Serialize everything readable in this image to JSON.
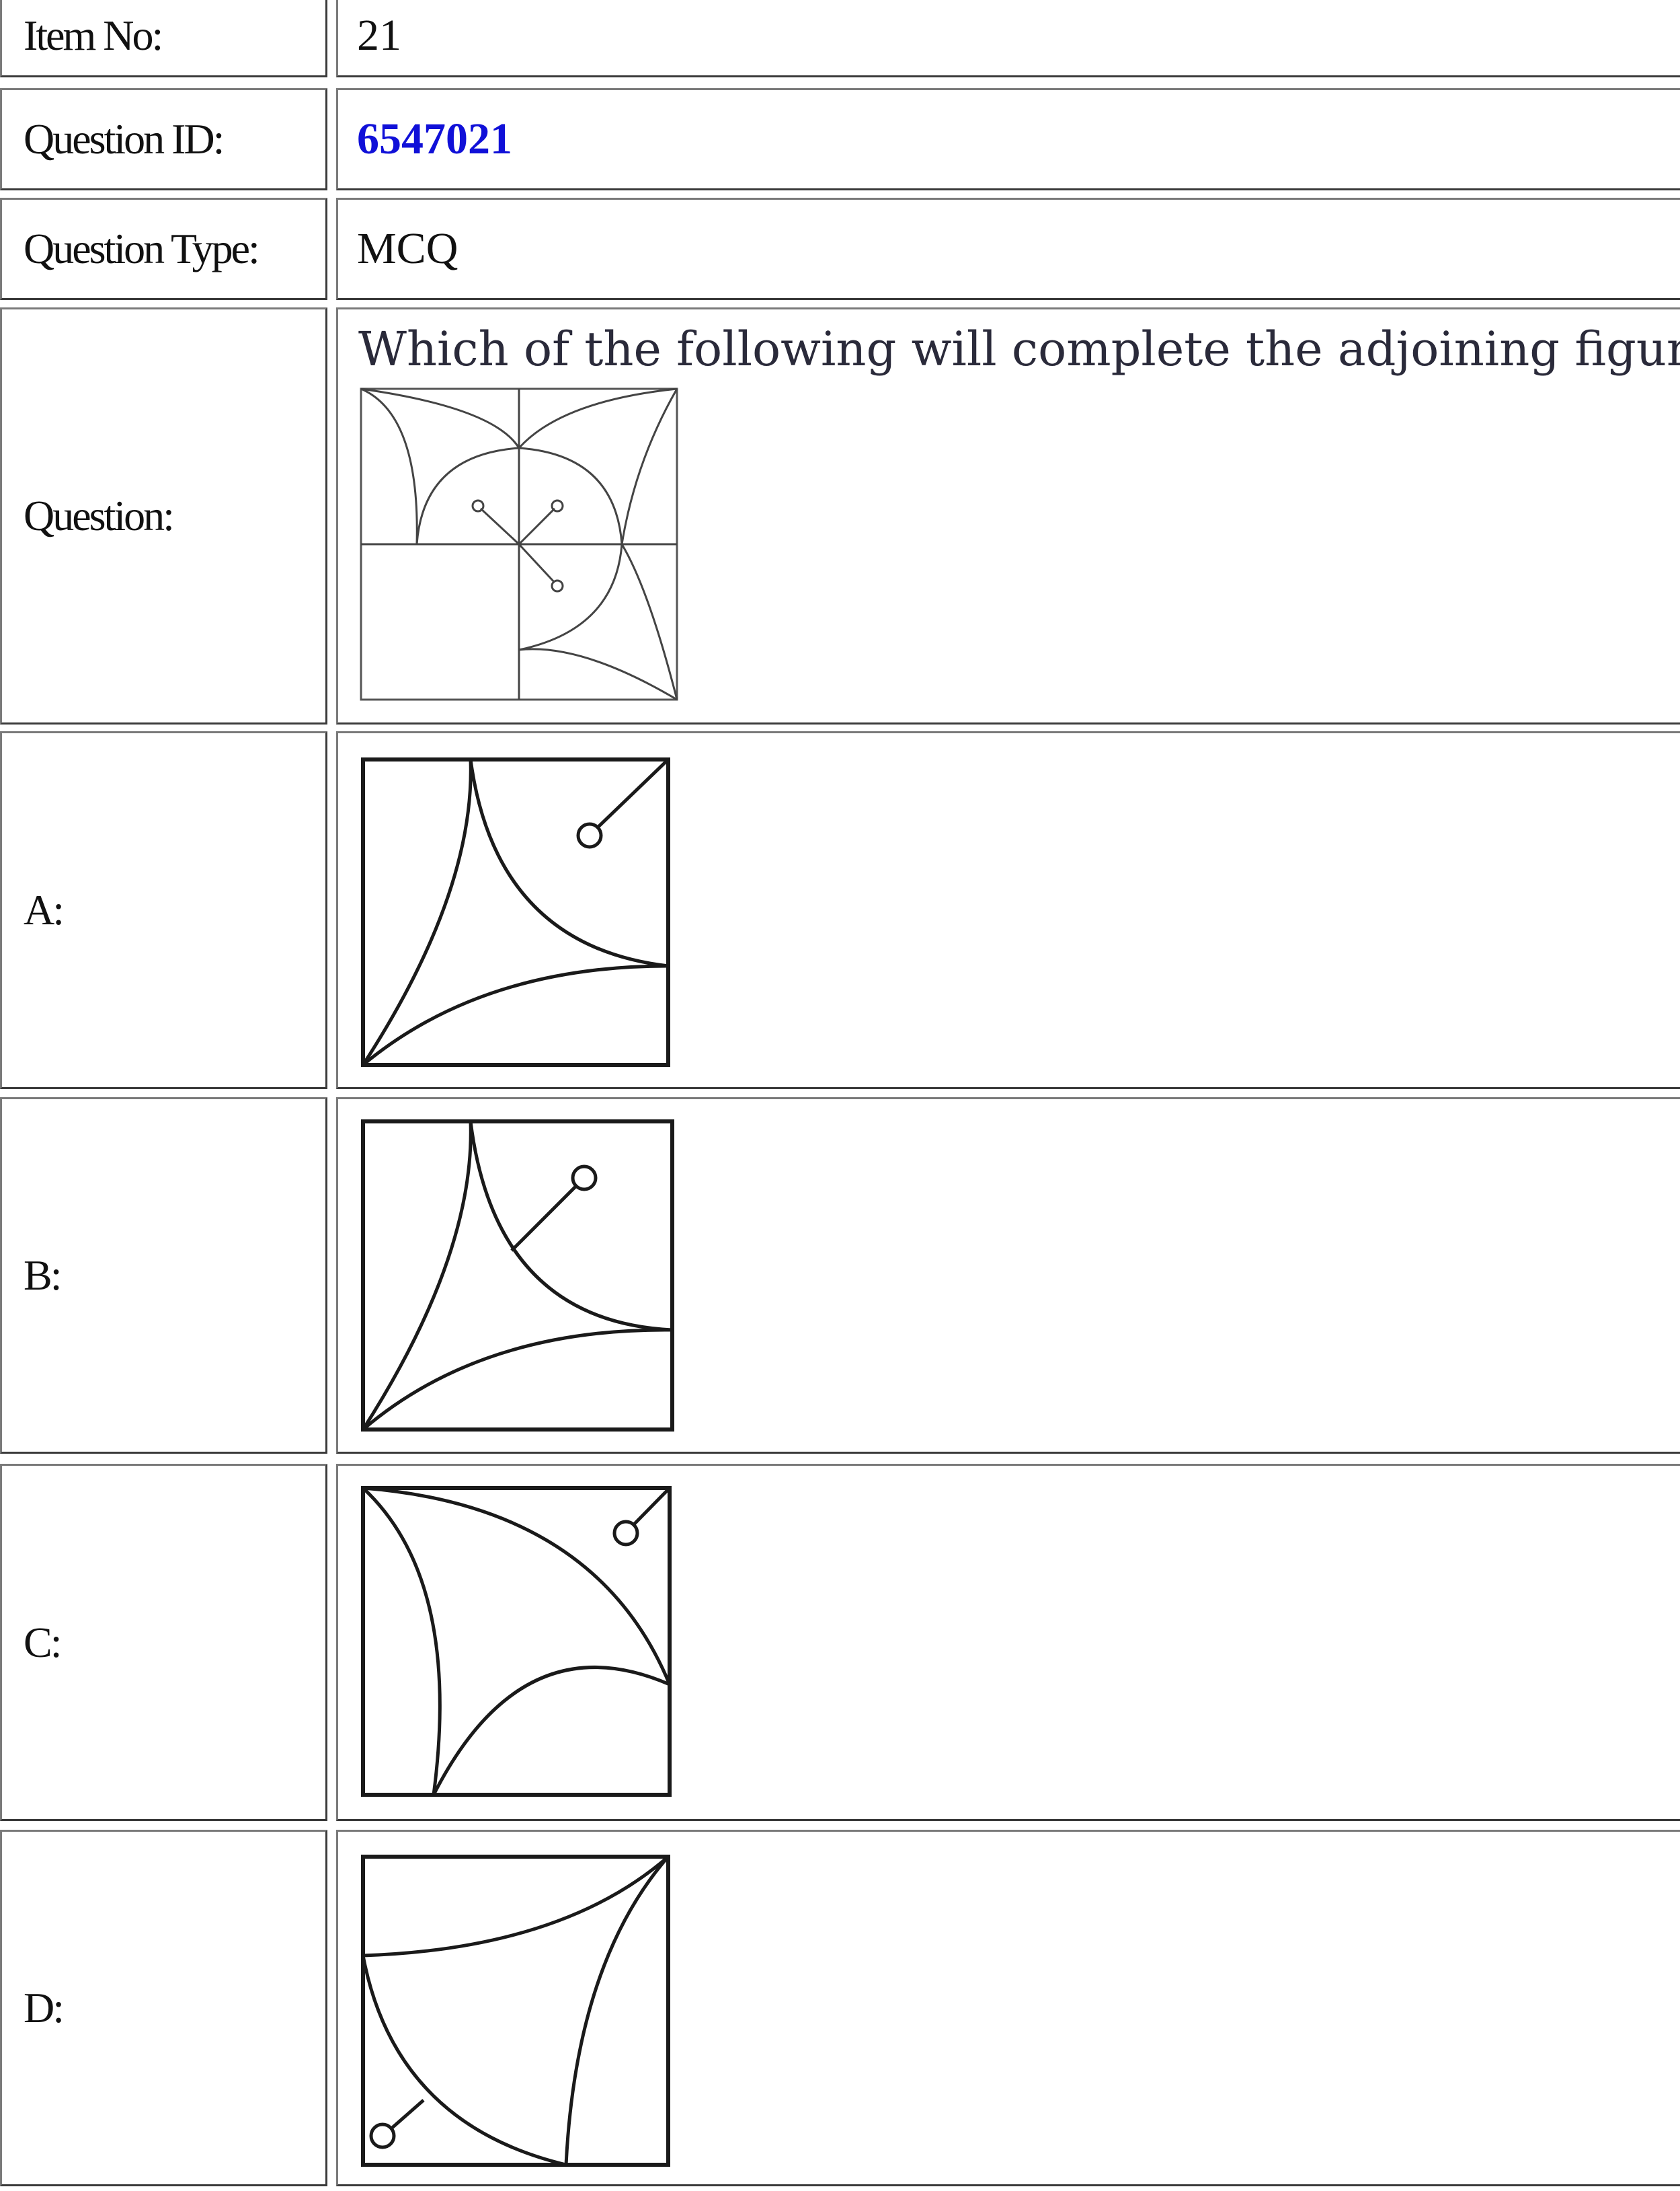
{
  "rows": {
    "item_no": {
      "label": "Item No:",
      "value": "21"
    },
    "question_id": {
      "label": "Question ID:",
      "value": "6547021",
      "color": "#1010d8"
    },
    "question_type": {
      "label": "Question Type:",
      "value": "MCQ"
    },
    "question": {
      "label": "Question:",
      "text": "Which of the following will complete the adjoining figure"
    },
    "option_a": {
      "label": "A:"
    },
    "option_b": {
      "label": "B:"
    },
    "option_c": {
      "label": "C:"
    },
    "option_d": {
      "label": "D:"
    }
  }
}
